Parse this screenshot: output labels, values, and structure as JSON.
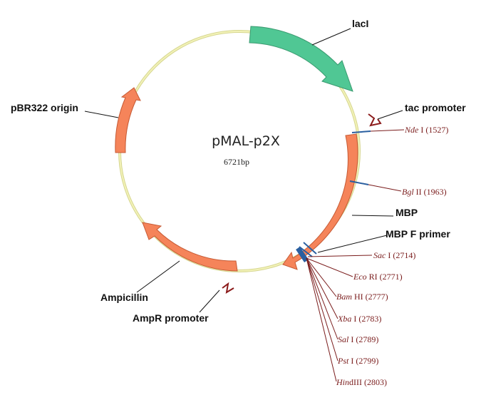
{
  "plasmid": {
    "name": "pMAL-p2X",
    "size": "6721bp"
  },
  "features": [
    {
      "id": "lacI",
      "label": "lacI",
      "color": "#50c794"
    },
    {
      "id": "MBP",
      "label": "MBP",
      "color": "#f5845a"
    },
    {
      "id": "Ampicillin",
      "label": "Ampicillin",
      "color": "#f5845a"
    },
    {
      "id": "pBR322_origin",
      "label": "pBR322 origin",
      "color": "#f5845a"
    }
  ],
  "promoters": [
    {
      "id": "tac",
      "label": "tac promoter",
      "color": "#8b1a1a"
    },
    {
      "id": "AmpR",
      "label": "AmpR promoter",
      "color": "#8b1a1a"
    }
  ],
  "primers": [
    {
      "id": "MBP_F",
      "label": "MBP F primer",
      "color": "#2a5fa0"
    }
  ],
  "sites": [
    {
      "name": "Nde",
      "suffix": " I (1527)",
      "position": 1527
    },
    {
      "name": "Bgl",
      "suffix": " II (1963)",
      "position": 1963
    },
    {
      "name": "Sac",
      "suffix": " I (2714)",
      "position": 2714
    },
    {
      "name": "Eco",
      "suffix": " RI (2771)",
      "position": 2771
    },
    {
      "name": "Bam",
      "suffix": " HI (2777)",
      "position": 2777
    },
    {
      "name": "Xba",
      "suffix": " I (2783)",
      "position": 2783
    },
    {
      "name": "Sal",
      "suffix": " I (2789)",
      "position": 2789
    },
    {
      "name": "Pst",
      "suffix": " I (2799)",
      "position": 2799
    },
    {
      "name": "Hin",
      "suffix": "dIII (2803)",
      "position": 2803
    }
  ],
  "colors": {
    "backbone": "#f2f2b8",
    "backbone_edge": "#d6d690",
    "site_mark": "#2a5fa0",
    "site_text": "#7a1c1c"
  }
}
